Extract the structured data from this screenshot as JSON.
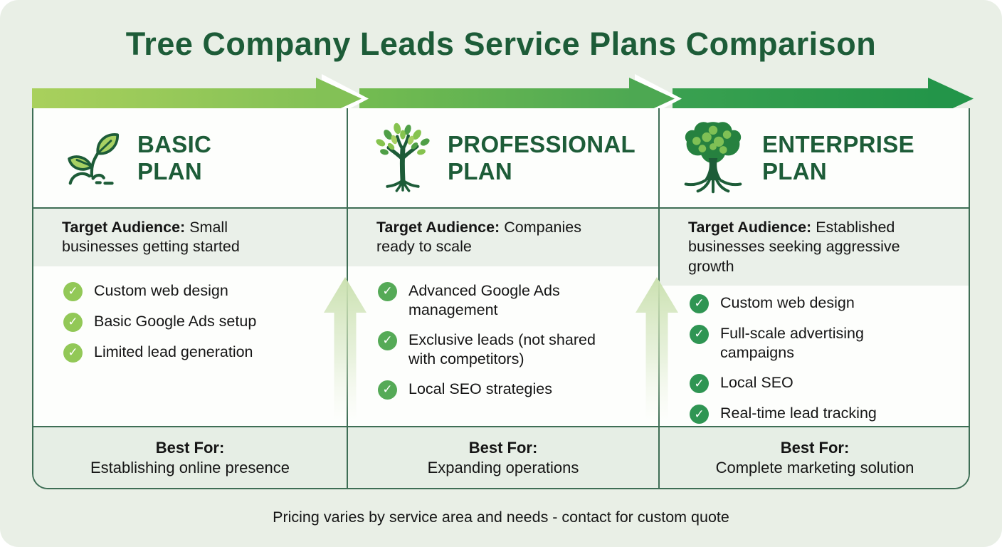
{
  "title": "Tree Company Leads Service Plans Comparison",
  "footer": "Pricing varies by service area and needs - contact for custom quote",
  "labels": {
    "target_prefix": "Target Audience:",
    "best_for": "Best For:"
  },
  "plans": [
    {
      "name_line1": "BASIC",
      "name_line2": "PLAN",
      "icon": "seedling-icon",
      "target_audience": "Small businesses getting started",
      "features": [
        "Custom web design",
        "Basic Google Ads setup",
        "Limited lead generation"
      ],
      "best_for": "Establishing online presence"
    },
    {
      "name_line1": "PROFESSIONAL",
      "name_line2": "PLAN",
      "icon": "young-tree-icon",
      "target_audience": "Companies ready to scale",
      "features": [
        "Advanced Google Ads management",
        "Exclusive leads (not shared with competitors)",
        "Local SEO strategies"
      ],
      "best_for": "Expanding operations"
    },
    {
      "name_line1": "ENTERPRISE",
      "name_line2": "PLAN",
      "icon": "mature-tree-icon",
      "target_audience": "Established businesses seeking aggressive growth",
      "features": [
        "Custom web design",
        "Full-scale advertising campaigns",
        "Local SEO",
        "Real-time lead tracking"
      ],
      "best_for": "Complete marketing solution"
    }
  ],
  "theme": {
    "colors": {
      "bg": "#e9efe6",
      "panel": "#fdfefc",
      "band": "#eaf0e9",
      "band2": "#e6eee5",
      "line": "#3e6e55",
      "heading": "#1d5c38",
      "text": "#151515",
      "check1": "#92c857",
      "check2": "#55aa57",
      "check3": "#2f9553",
      "arrow-seg1-start": "#a9d05c",
      "arrow-seg1-end": "#83c156",
      "arrow-seg2-start": "#74bc51",
      "arrow-seg2-end": "#4da852",
      "arrow-seg3-start": "#3aa150",
      "arrow-seg3-end": "#239549",
      "growth-arrow": "#cbe1b0"
    }
  }
}
